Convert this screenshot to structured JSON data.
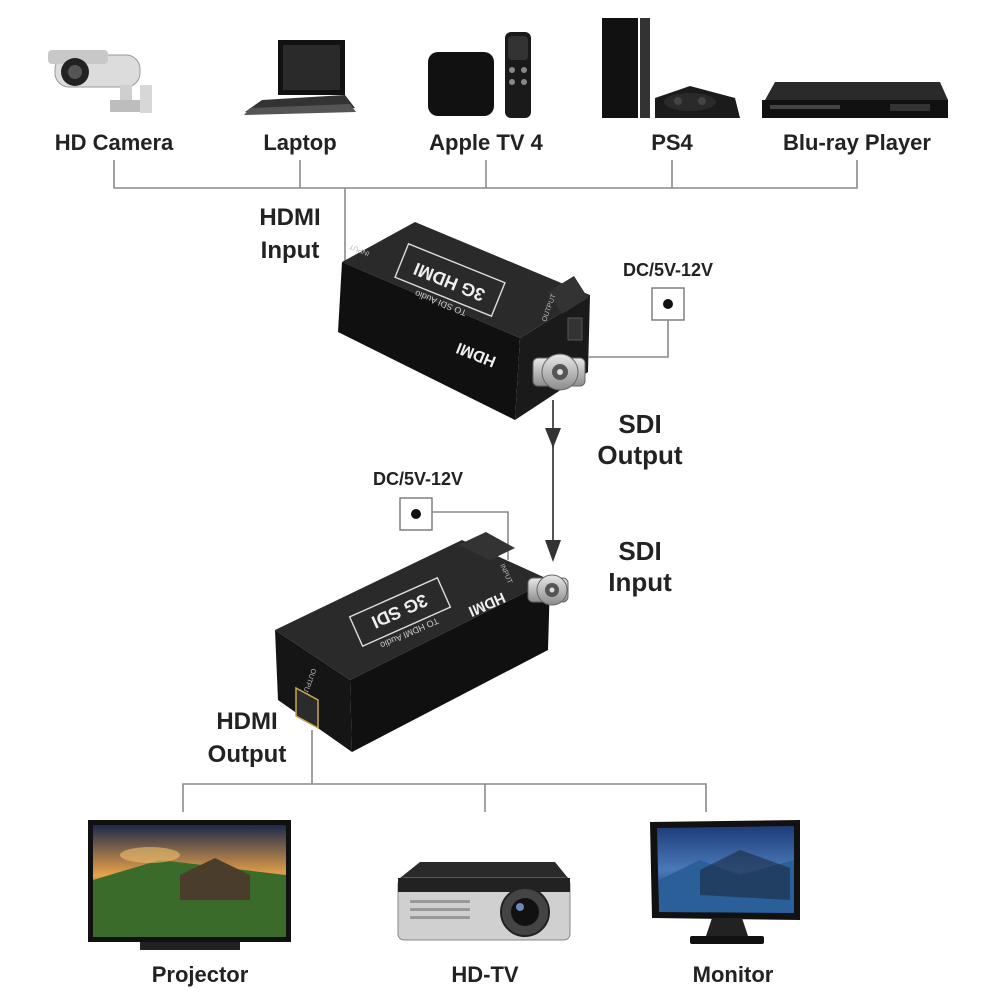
{
  "sources": [
    {
      "name": "camera-icon",
      "label": "HD Camera"
    },
    {
      "name": "laptop-icon",
      "label": "Laptop"
    },
    {
      "name": "apple-tv-icon",
      "label": "Apple TV 4"
    },
    {
      "name": "ps4-icon",
      "label": "PS4"
    },
    {
      "name": "bluray-icon",
      "label": "Blu-ray Player"
    }
  ],
  "displays": [
    {
      "name": "tv-icon",
      "label": "Projector"
    },
    {
      "name": "projector-icon",
      "label": "HD-TV"
    },
    {
      "name": "monitor-icon",
      "label": "Monitor"
    }
  ],
  "labels": {
    "hdmi_input_1": "HDMI",
    "hdmi_input_2": "Input",
    "dc_top": "DC/5V-12V",
    "sdi_output_1": "SDI",
    "sdi_output_2": "Output",
    "dc_bottom": "DC/5V-12V",
    "sdi_input_1": "SDI",
    "sdi_input_2": "Input",
    "hdmi_output_1": "HDMI",
    "hdmi_output_2": "Output"
  },
  "devices": {
    "top": {
      "brand": "HDMI",
      "model": "3G HDMI",
      "sub": "TO SDI Audio",
      "port": "INPUT",
      "port2": "OUTPUT"
    },
    "bottom": {
      "brand": "HDMI",
      "model": "3G SDI",
      "sub": "TO HDMI Audio",
      "port": "INPUT",
      "port2": "OUTPUT"
    }
  },
  "colors": {
    "line": "#8a8a8a",
    "device": "#101010",
    "text": "#222222"
  }
}
